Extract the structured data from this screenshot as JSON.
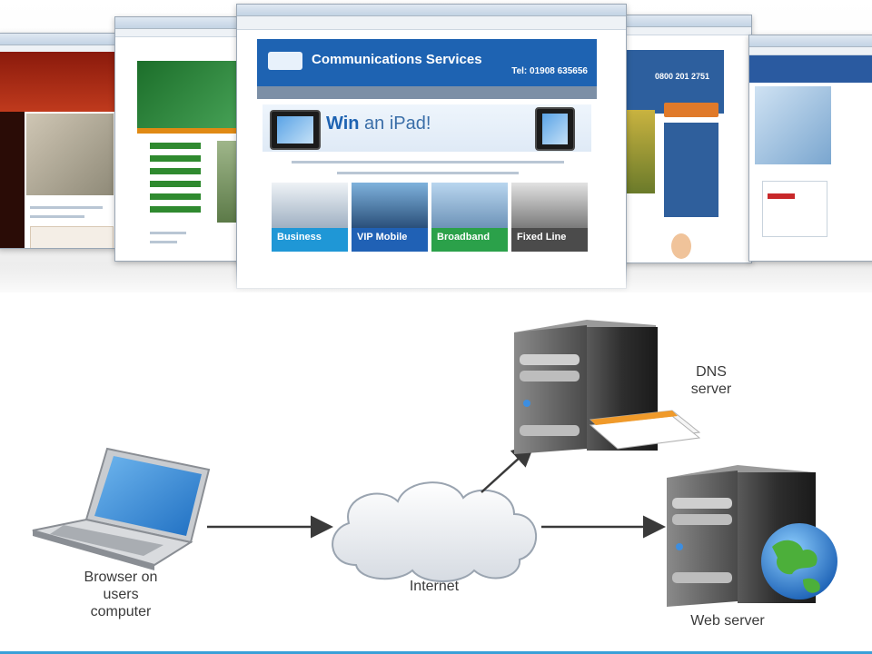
{
  "screenshots": {
    "center_site": {
      "brand": "Communications Services",
      "phone": "Tel: 01908 635656",
      "banner_title": "Win",
      "banner_title_2": "an iPad!",
      "tiles": [
        "Business",
        "VIP Mobile",
        "Broadband",
        "Fixed Line"
      ]
    },
    "right_site": {
      "phone": "0800 201 2751"
    }
  },
  "diagram": {
    "nodes": {
      "browser": [
        "Browser on",
        "users",
        "computer"
      ],
      "internet": "Internet",
      "dns": [
        "DNS",
        "server"
      ],
      "web": "Web server"
    }
  },
  "colors": {
    "site_blue": "#1e63b2",
    "tile_business": "#1f97d6",
    "tile_vip": "#2061b5",
    "tile_broadband": "#2ba14a",
    "tile_fixed": "#4b4b4b"
  }
}
